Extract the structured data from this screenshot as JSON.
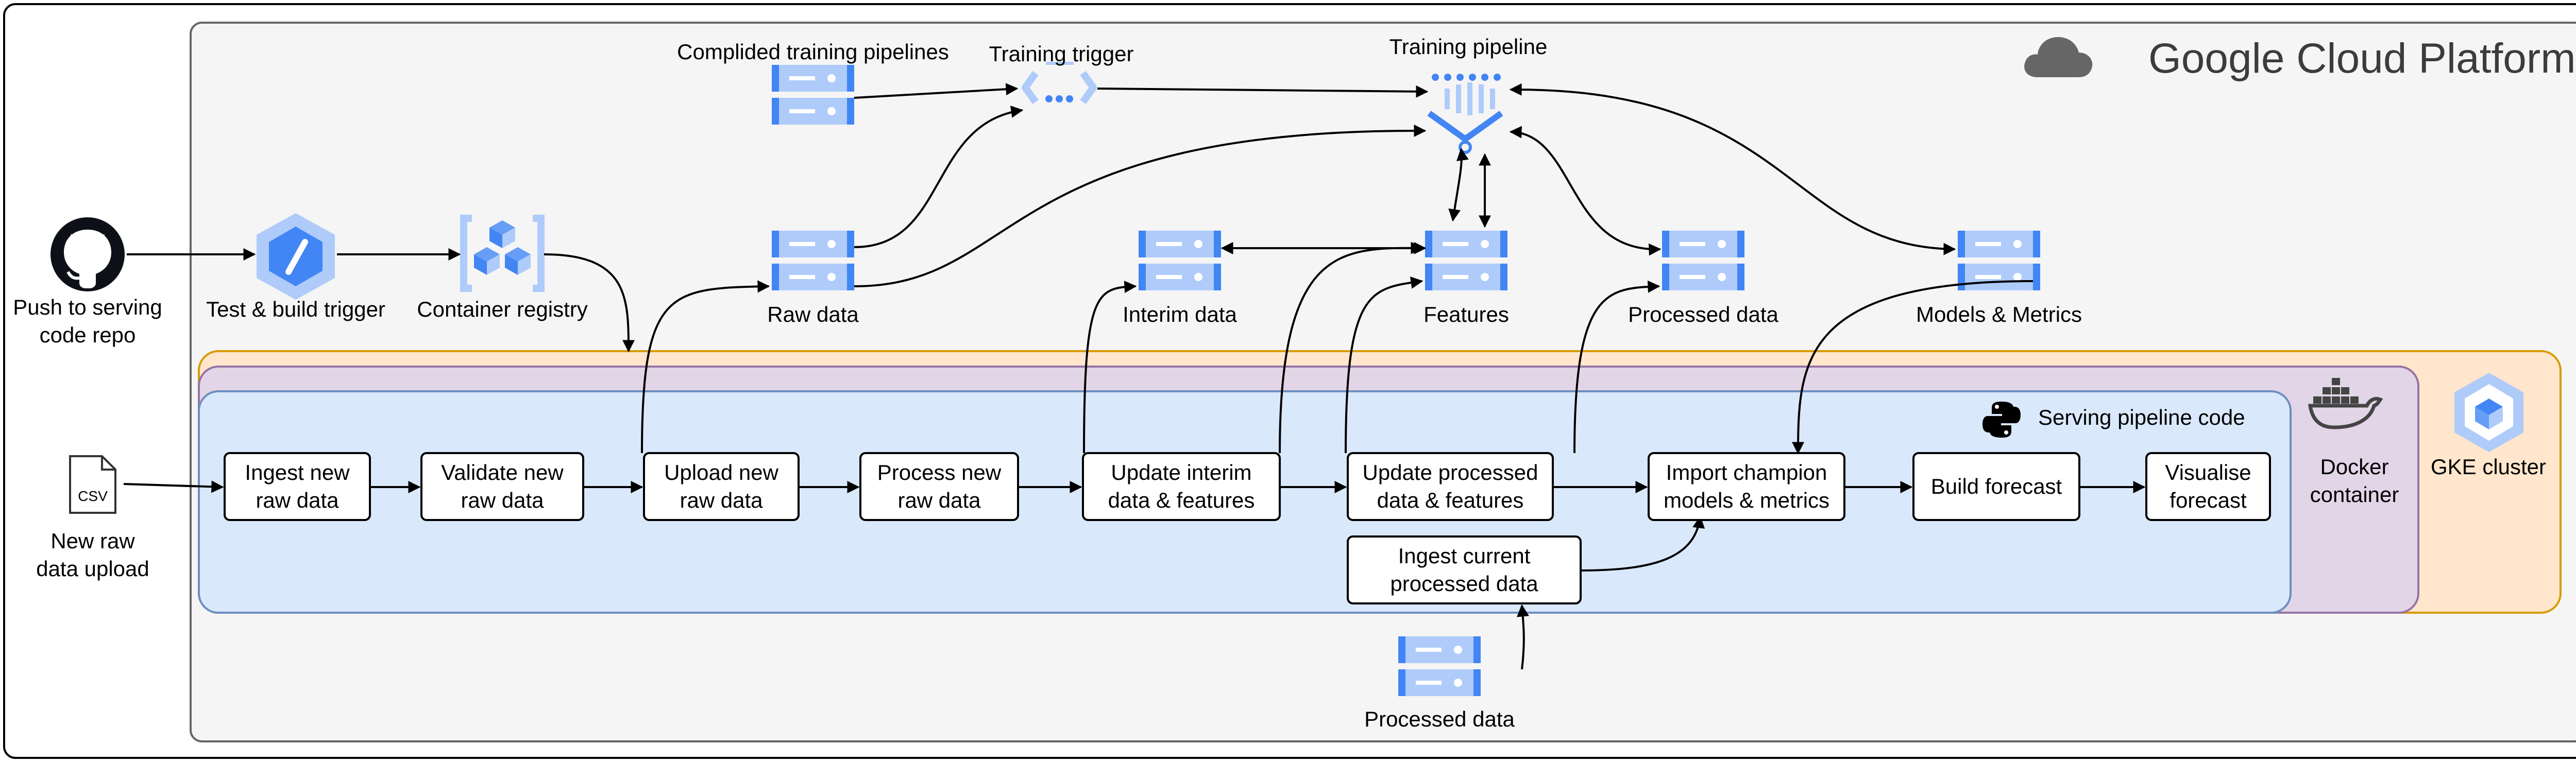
{
  "platform": {
    "title": "Google Cloud Platform"
  },
  "external": {
    "repo": "Push to serving\ncode repo",
    "upload": "New raw\ndata upload",
    "csv": "CSV"
  },
  "services": {
    "test_build": "Test & build trigger",
    "registry": "Container registry",
    "compiled": "Complided training pipelines",
    "trigger": "Training trigger",
    "training": "Training pipeline"
  },
  "stores": {
    "raw": "Raw data",
    "interim": "Interim data",
    "features": "Features",
    "processed": "Processed data",
    "models": "Models & Metrics",
    "processed_bottom": "Processed data"
  },
  "containers": {
    "serving": "Serving pipeline code",
    "docker": "Docker\ncontainer",
    "gke": "GKE cluster"
  },
  "steps": {
    "ingest": "Ingest new\nraw data",
    "validate": "Validate new\nraw data",
    "upload": "Upload new\nraw data",
    "process": "Process new\nraw data",
    "interim": "Update interim\ndata & features",
    "processed": "Update processed\ndata & features",
    "current": "Ingest current\nprocessed data",
    "champion": "Import champion\nmodels & metrics",
    "forecast": "Build forecast",
    "visualise": "Visualise\nforecast"
  },
  "colors": {
    "gcp_bg": "#f5f5f5",
    "gke_fill": "#ffe6cc",
    "gke_border": "#d79b00",
    "docker_fill": "#e1d5e7",
    "docker_border": "#9673a6",
    "serving_fill": "#dae8fc",
    "serving_border": "#6c8ebf",
    "icon_blue": "#4285f4",
    "icon_light": "#aecbfa"
  }
}
